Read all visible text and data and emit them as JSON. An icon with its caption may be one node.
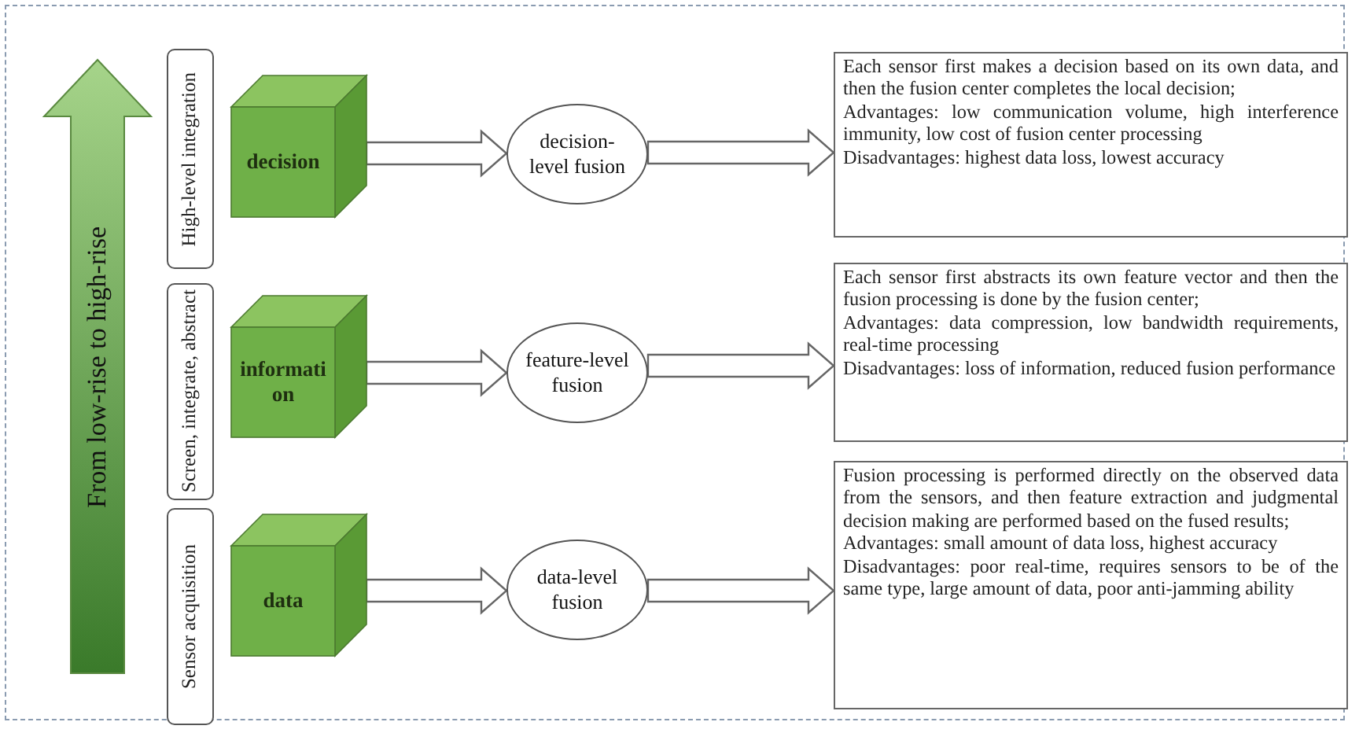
{
  "diagram": {
    "nodes": [
      {
        "text": [
          "From low-rise to high-rise"
        ]
      },
      {
        "text": [
          "High-level integration"
        ]
      },
      {
        "text": [
          "Screen, integrate, abstract"
        ]
      },
      {
        "text": [
          "Sensor acquisition"
        ]
      },
      {
        "text": [
          "decision"
        ]
      },
      {
        "text": [
          "decision-level fusion"
        ]
      },
      {
        "text": [
          "Each sensor first makes a decision based on its own data, and then the fusion center completes the local decision;",
          "Advantages: low communication volume, high interference immunity, low cost of fusion center processing",
          "Disadvantages: highest data loss, lowest accuracy"
        ]
      },
      {
        "text": [
          "information"
        ]
      },
      {
        "text": [
          "feature-level fusion"
        ]
      },
      {
        "text": [
          "Each sensor first abstracts its own feature vector and then the fusion processing is done by the fusion center;",
          "Advantages: data compression, low bandwidth requirements, real-time processing",
          "Disadvantages: loss of information, reduced fusion performance"
        ]
      },
      {
        "text": [
          "data"
        ]
      },
      {
        "text": [
          "data-level fusion"
        ]
      },
      {
        "text": [
          "Fusion processing is performed directly on the observed data from the sensors, and then feature extraction and judgmental decision making are performed based on the fused results;",
          "Advantages: small amount of data loss, highest accuracy",
          "Disadvantages: poor real-time, requires sensors to be of the same type, large amount of data, poor anti-jamming ability"
        ]
      }
    ],
    "edges": [
      {
        "from": 4,
        "to": 5,
        "arrow": "to",
        "style": "thick"
      },
      {
        "from": 5,
        "to": 6,
        "arrow": "to",
        "style": "thick"
      },
      {
        "from": 7,
        "to": 8,
        "arrow": "to",
        "style": "thick"
      },
      {
        "from": 8,
        "to": 9,
        "arrow": "to",
        "style": "thick"
      },
      {
        "from": 10,
        "to": 11,
        "arrow": "to",
        "style": "thick"
      },
      {
        "from": 11,
        "to": 12,
        "arrow": "to",
        "style": "thick"
      }
    ]
  }
}
